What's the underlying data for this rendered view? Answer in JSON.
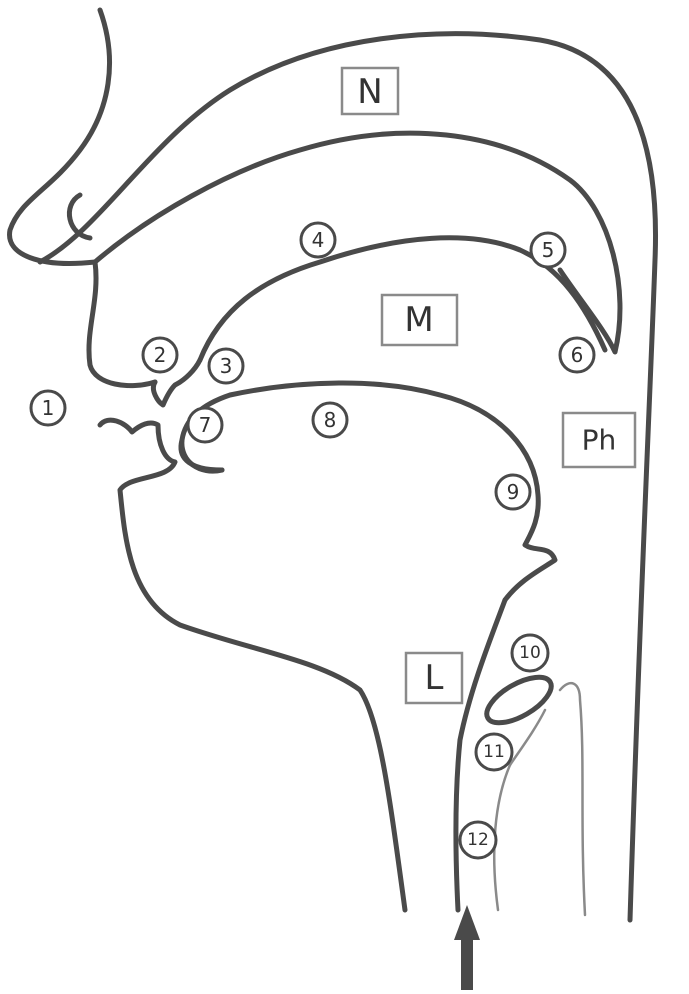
{
  "region_labels": {
    "nasal": "N",
    "mouth": "M",
    "pharynx": "Ph",
    "larynx": "L"
  },
  "point_labels": [
    "1",
    "2",
    "3",
    "4",
    "5",
    "6",
    "7",
    "8",
    "9",
    "10",
    "11",
    "12"
  ],
  "colors": {
    "line": "#4a4a4a",
    "thin_line": "#8a8a8a",
    "background": "#ffffff"
  },
  "icons": [
    "airflow-arrow-icon"
  ]
}
